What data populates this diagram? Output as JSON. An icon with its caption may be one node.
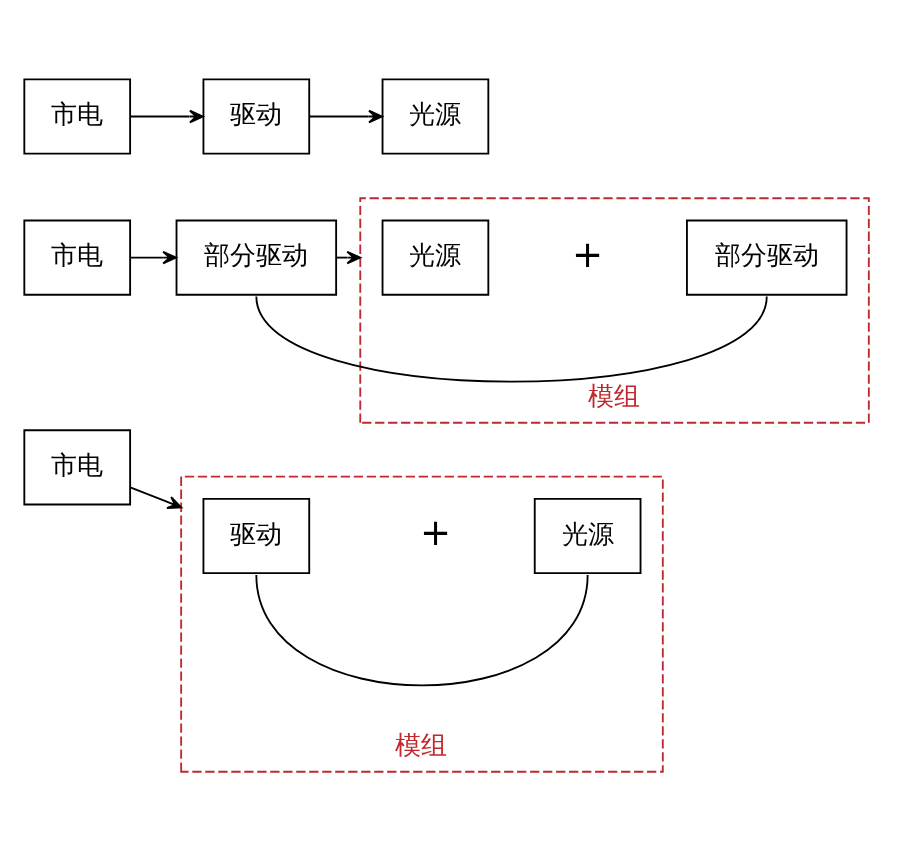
{
  "diagram": {
    "nodes": [
      {
        "text": [
          "市电"
        ]
      },
      {
        "text": [
          "驱动"
        ]
      },
      {
        "text": [
          "光源"
        ]
      },
      {
        "text": [
          "市电"
        ]
      },
      {
        "text": [
          "部分驱动"
        ]
      },
      {
        "text": [
          "模组"
        ]
      },
      {
        "text": [
          "光源"
        ],
        "in": 5
      },
      {
        "text": [
          "部分驱动"
        ],
        "in": 5
      },
      {
        "text": [
          "市电"
        ]
      },
      {
        "text": [
          "模组"
        ]
      },
      {
        "text": [
          "驱动"
        ],
        "in": 9
      },
      {
        "text": [
          "光源"
        ],
        "in": 9
      }
    ],
    "edges": [
      {
        "from": 0,
        "to": 1,
        "arrow": "to"
      },
      {
        "from": 1,
        "to": 2,
        "arrow": "to"
      },
      {
        "from": 3,
        "to": 4,
        "arrow": "to"
      },
      {
        "from": 4,
        "to": 5,
        "arrow": "to"
      },
      {
        "from": 4,
        "to": 7,
        "arrow": "none"
      },
      {
        "from": 8,
        "to": 9,
        "arrow": "to"
      },
      {
        "from": 10,
        "to": 11,
        "arrow": "none"
      }
    ],
    "labels": [
      "+",
      "+"
    ]
  }
}
